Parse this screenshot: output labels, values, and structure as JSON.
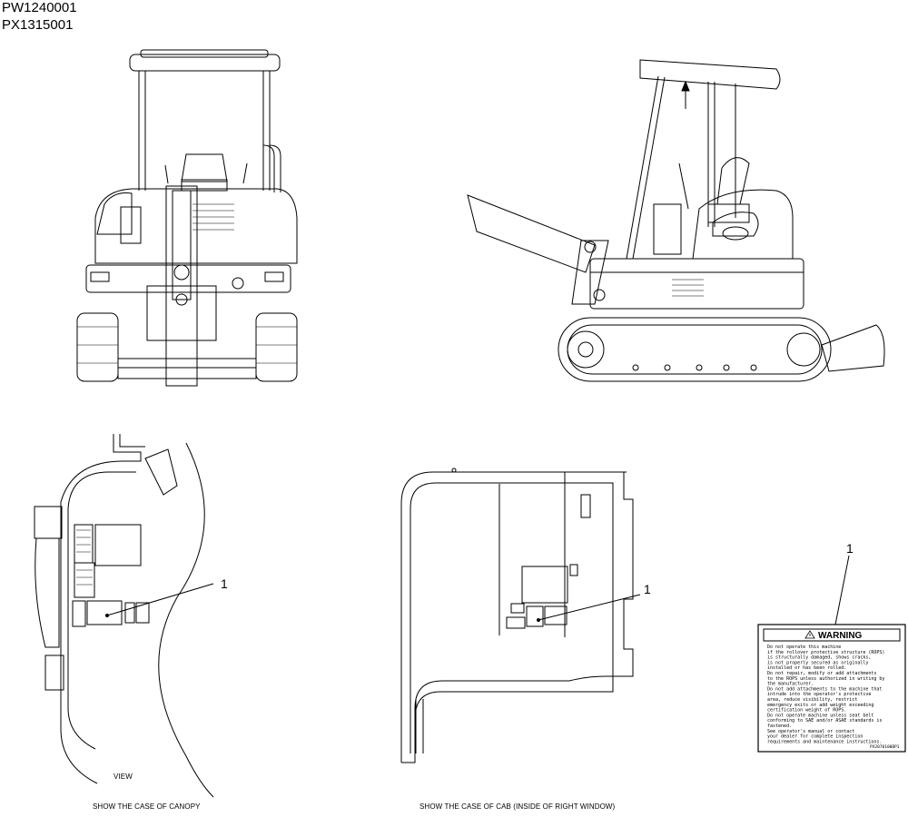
{
  "header": {
    "serial_1": "PW1240001",
    "serial_2": "PX1315001"
  },
  "captions": {
    "view": "VIEW",
    "canopy": "SHOW THE CASE OF CANOPY",
    "cab": "SHOW THE CASE OF CAB (INSIDE OF RIGHT WINDOW)"
  },
  "callouts": {
    "canopy_label": "1",
    "cab_label": "1",
    "decal_label": "1"
  },
  "warning_decal": {
    "title": "WARNING",
    "lines": [
      "Do not operate this machine",
      "if the rollover protective structure (ROPS)",
      "is structurally damaged, shows cracks,",
      "is not properly secured as originally",
      "installed or has been rolled.",
      "Do not repair, modify or add attachments",
      "to the ROPS unless authorized in writing by",
      "the manufacturer.",
      "Do not add attachments to the machine that",
      "intrude into the operator's protective",
      "area, reduce visibility, restrict",
      "emergency exits or add weight exceeding",
      "certification weight of ROPS.",
      "Do not operate machine unless seat belt",
      "conforming to SAE and/or ASAE standards is",
      "fastened.",
      "See operator's manual or contact",
      "your dealer for complete inspection",
      "requirements and maintenance instructions."
    ],
    "part_code": "PX2070100BP1"
  }
}
